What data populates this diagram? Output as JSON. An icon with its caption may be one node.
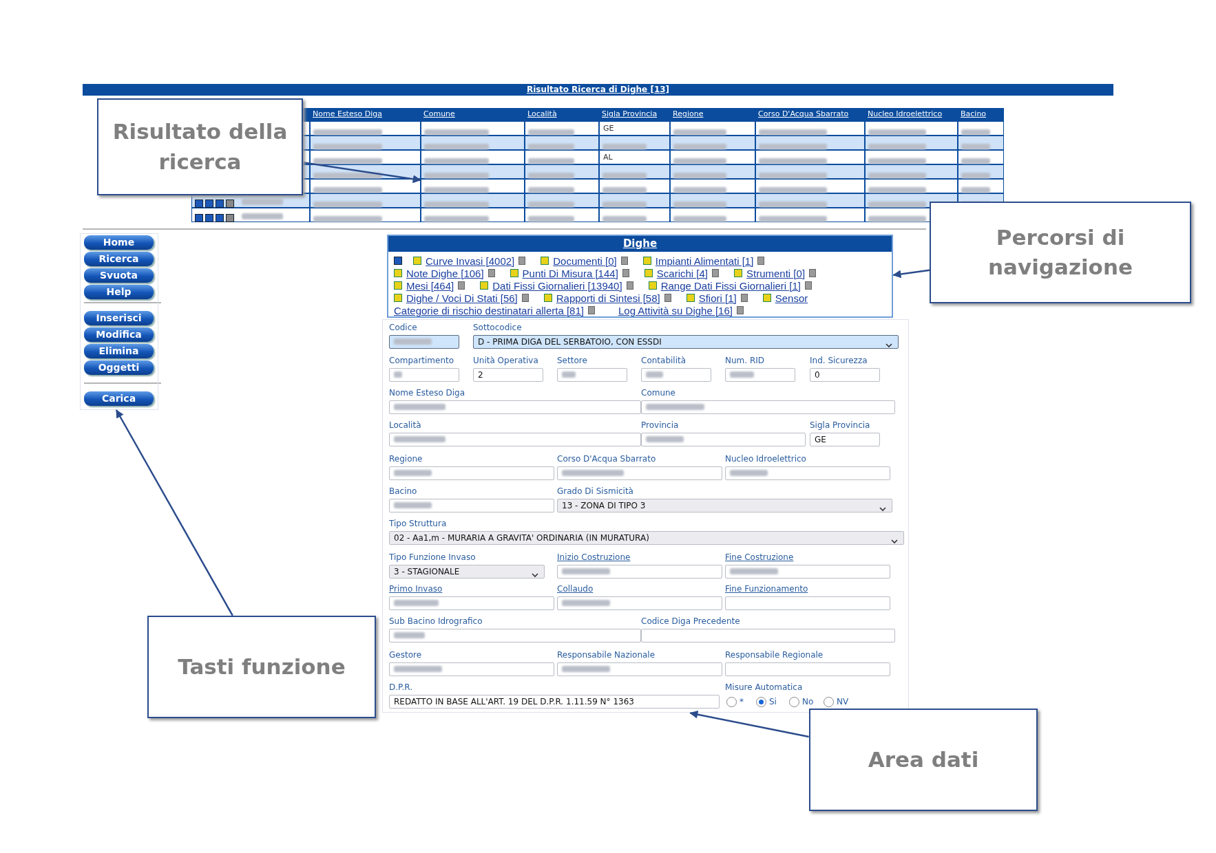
{
  "diagram": {
    "nodes": [
      {
        "text": [
          "Risultato della ricerca"
        ]
      },
      {
        "text": [
          "Percorsi di navigazione"
        ]
      },
      {
        "text": [
          "Tasti funzione"
        ]
      },
      {
        "text": [
          "Area dati"
        ]
      },
      {
        "text": [],
        "shape": "box"
      },
      {
        "text": [],
        "shape": "box"
      },
      {
        "text": [],
        "shape": "box"
      },
      {
        "text": [],
        "shape": "box"
      }
    ],
    "edges": [
      {
        "from": 0,
        "to": 4,
        "arrow": "to"
      },
      {
        "from": 1,
        "to": 5,
        "arrow": "to"
      },
      {
        "from": 2,
        "to": 6,
        "arrow": "to"
      },
      {
        "from": 3,
        "to": 7,
        "arrow": "to"
      }
    ],
    "labels": [
      "Risultato Ricerca di Dighe [13]",
      "Nome Esteso Diga",
      "Comune",
      "Località",
      "Sigla Provincia",
      "Regione",
      "Corso D'Acqua Sbarrato",
      "Nucleo Idroelettrico",
      "Bacino",
      "GE",
      "AL",
      "Home",
      "Ricerca",
      "Svuota",
      "Help",
      "Inserisci",
      "Modifica",
      "Elimina",
      "Oggetti",
      "Carica",
      "Dighe",
      "Curve Invasi [4002]",
      "Documenti [0]",
      "Impianti Alimentati [1]",
      "Note Dighe [106]",
      "Punti Di Misura [144]",
      "Scarichi [4]",
      "Strumenti [0]",
      "Mesi [464]",
      "Dati Fissi Giornalieri [13940]",
      "Range Dati Fissi Giornalieri [1]",
      "Dighe / Voci Di Stati [56]",
      "Rapporti di Sintesi [58]",
      "Sfiori [1]",
      "Sensor",
      "Categorie di rischio destinatari allerta [81]",
      "Log Attività su Dighe [16]",
      "Codice",
      "Sottocodice",
      "D - PRIMA DIGA DEL SERBATOIO, CON ESSDI",
      "Compartimento",
      "Unità Operativa",
      "2",
      "Settore",
      "Contabilità",
      "Num. RID",
      "Ind. Sicurezza",
      "0",
      "Nome Esteso Diga",
      "Comune",
      "Località",
      "Provincia",
      "Sigla Provincia",
      "GE",
      "Regione",
      "Corso D'Acqua Sbarrato",
      "Nucleo Idroelettrico",
      "Bacino",
      "Grado Di Sismicità",
      "13 - ZONA DI TIPO 3",
      "Tipo Struttura",
      "02 - Aa1,m - MURARIA A GRAVITA' ORDINARIA (IN MURATURA)",
      "Tipo Funzione Invaso",
      "3 - STAGIONALE",
      "Inizio Costruzione",
      "Fine Costruzione",
      "Primo Invaso",
      "Collaudo",
      "Fine Funzionamento",
      "Sub Bacino Idrografico",
      "Codice Diga Precedente",
      "Gestore",
      "Responsabile Nazionale",
      "Responsabile Regionale",
      "D.P.R.",
      "REDATTO IN BASE ALL'ART. 19 DEL D.P.R. 1.11.59 N° 1363",
      "Misure Automatica",
      "*",
      "Si",
      "No",
      "NV"
    ]
  }
}
